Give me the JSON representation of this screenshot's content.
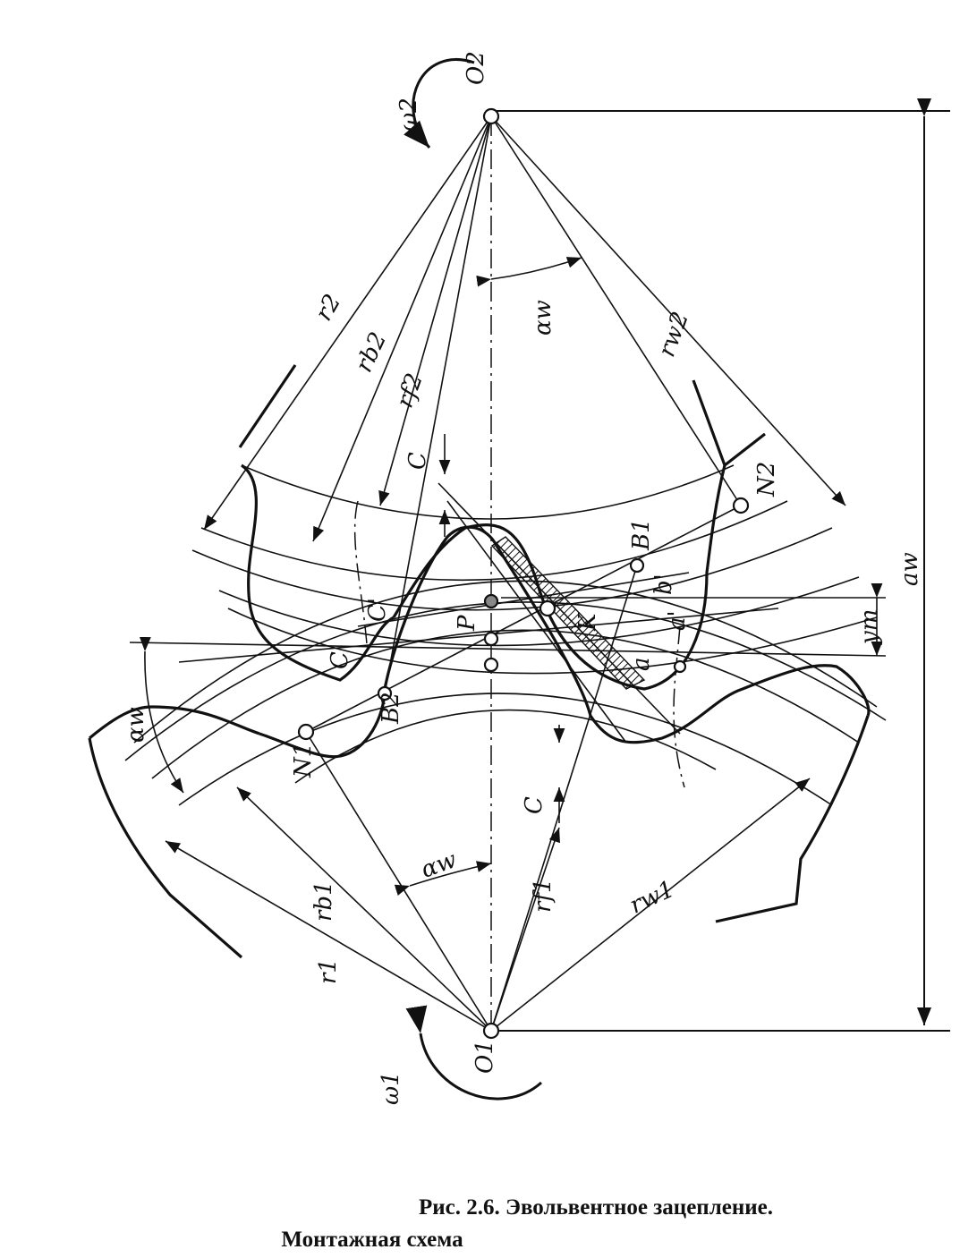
{
  "labels": {
    "O2": "O2",
    "O1": "O1",
    "omega2": "ω2",
    "omega1": "ω1",
    "r2": "r2",
    "rb2": "rb2",
    "rf2": "rf2",
    "rw2": "rw2",
    "alpha_w_top": "αw",
    "alpha_w_left": "αw",
    "alpha_w_bottom": "αw",
    "aw": "aw",
    "N2": "N2",
    "N1": "N1",
    "B1": "B1",
    "B2": "B2",
    "P": "P",
    "K": "K",
    "C_top": "C",
    "C_bottom": "C",
    "C_left": "C",
    "C_prime": "C'",
    "a_prime": "a'",
    "a": "a",
    "b_prime": "b'",
    "ym": "ym",
    "rb1": "rb1",
    "r1": "r1",
    "rf1": "rf1",
    "rw1": "rw1"
  },
  "caption": {
    "line1": "Рис. 2.6. Эвольвентное зацепление.",
    "line2": "Монтажная схема"
  }
}
